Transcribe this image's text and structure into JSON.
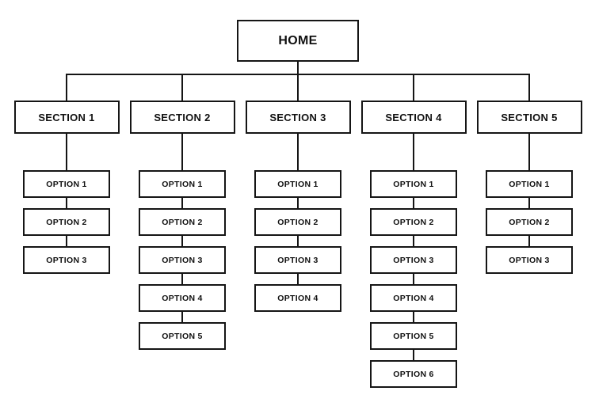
{
  "diagram": {
    "home": {
      "label": "HOME"
    },
    "sections": [
      {
        "label": "SECTION 1",
        "options": [
          "OPTION 1",
          "OPTION 2",
          "OPTION 3"
        ]
      },
      {
        "label": "SECTION 2",
        "options": [
          "OPTION 1",
          "OPTION 2",
          "OPTION 3",
          "OPTION 4",
          "OPTION 5"
        ]
      },
      {
        "label": "SECTION 3",
        "options": [
          "OPTION 1",
          "OPTION 2",
          "OPTION 3",
          "OPTION 4"
        ]
      },
      {
        "label": "SECTION 4",
        "options": [
          "OPTION 1",
          "OPTION 2",
          "OPTION 3",
          "OPTION 4",
          "OPTION 5",
          "OPTION 6"
        ]
      },
      {
        "label": "SECTION 5",
        "options": [
          "OPTION 1",
          "OPTION 2",
          "OPTION 3"
        ]
      }
    ],
    "colors": {
      "line": "#151515",
      "box_fill": "#ffffff",
      "text": "#111111",
      "background": "#ffffff"
    }
  }
}
